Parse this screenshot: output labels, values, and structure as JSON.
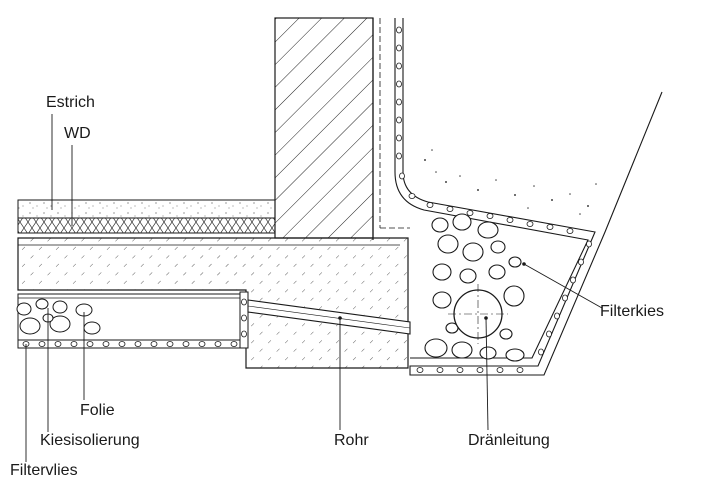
{
  "labels": {
    "estrich": "Estrich",
    "wd": "WD",
    "filterkies": "Filterkies",
    "folie": "Folie",
    "kiesisolierung": "Kiesisolierung",
    "filtervlies": "Filtervlies",
    "rohr": "Rohr",
    "draenleitung": "Dränleitung"
  },
  "colors": {
    "ink": "#1a1a1a",
    "background": "#ffffff"
  }
}
